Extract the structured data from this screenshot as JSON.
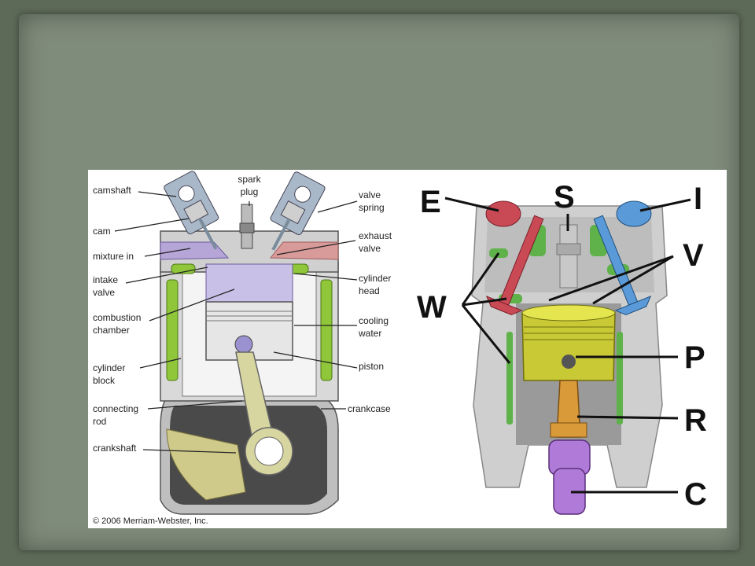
{
  "left_diagram": {
    "labels": {
      "camshaft": "camshaft",
      "cam": "cam",
      "mixture_in": "mixture in",
      "intake_valve_1": "intake",
      "intake_valve_2": "valve",
      "combustion_chamber_1": "combustion",
      "combustion_chamber_2": "chamber",
      "cylinder_block_1": "cylinder",
      "cylinder_block_2": "block",
      "connecting_rod_1": "connecting",
      "connecting_rod_2": "rod",
      "crankshaft": "crankshaft",
      "spark_plug_1": "spark",
      "spark_plug_2": "plug",
      "valve_spring_1": "valve",
      "valve_spring_2": "spring",
      "exhaust_valve_1": "exhaust",
      "exhaust_valve_2": "valve",
      "cylinder_head_1": "cylinder",
      "cylinder_head_2": "head",
      "cooling_water_1": "cooling",
      "cooling_water_2": "water",
      "piston": "piston",
      "crankcase": "crankcase"
    },
    "copyright": "© 2006 Merriam-Webster, Inc."
  },
  "right_diagram": {
    "letters": {
      "E": "E",
      "S": "S",
      "I": "I",
      "V": "V",
      "W": "W",
      "P": "P",
      "R": "R",
      "C": "C"
    }
  }
}
